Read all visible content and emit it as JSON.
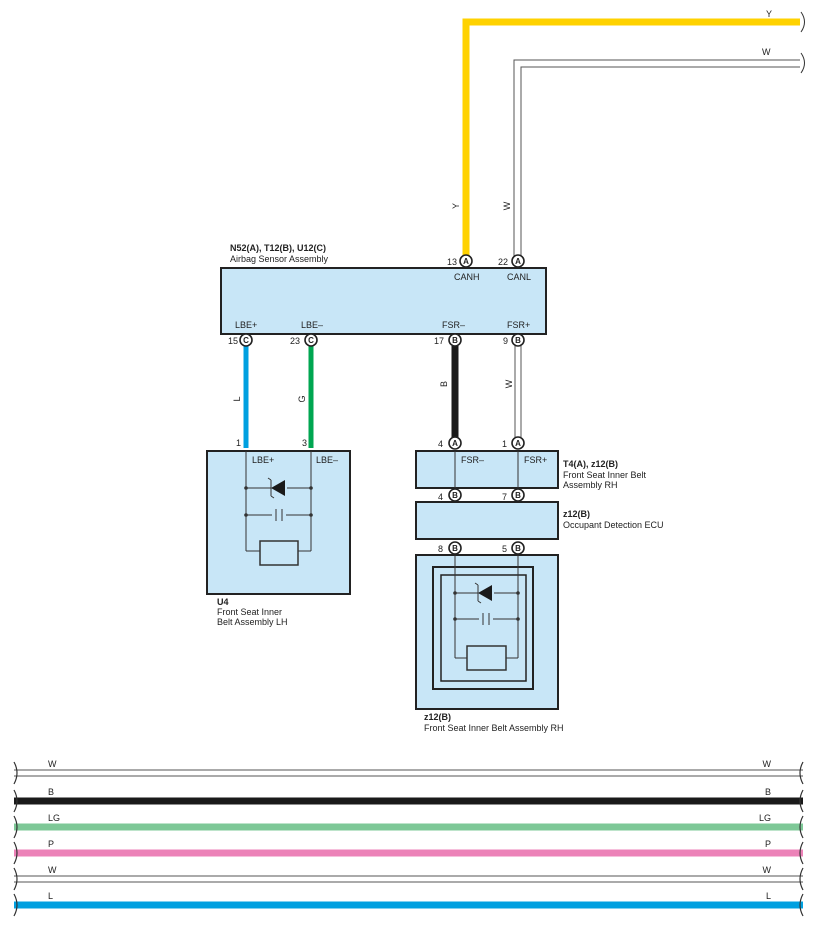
{
  "colors": {
    "Y": "#ffd200",
    "W": "#ffffff",
    "B": "#1a1a1a",
    "LG": "#7ec897",
    "P": "#ec82b8",
    "L": "#00a0e0",
    "G": "#00a651",
    "component_fill": "#c8e6f7"
  },
  "top_wires": [
    {
      "code": "Y",
      "end_label": "Y",
      "side_label": "Y"
    },
    {
      "code": "W",
      "end_label": "W",
      "side_label": "W"
    }
  ],
  "airbag_sensor": {
    "connectors": "N52(A), T12(B), U12(C)",
    "name": "Airbag Sensor Assembly",
    "pins_top": [
      {
        "number": "13",
        "connector": "A",
        "signal": "CANH"
      },
      {
        "number": "22",
        "connector": "A",
        "signal": "CANL"
      }
    ],
    "pins_bottom": [
      {
        "number": "15",
        "connector": "C",
        "signal": "LBE+"
      },
      {
        "number": "23",
        "connector": "C",
        "signal": "LBE–"
      },
      {
        "number": "17",
        "connector": "B",
        "signal": "FSR–"
      },
      {
        "number": "9",
        "connector": "B",
        "signal": "FSR+"
      }
    ]
  },
  "mid_wires": [
    {
      "code": "L",
      "label": "L"
    },
    {
      "code": "G",
      "label": "G"
    },
    {
      "code": "B",
      "label": "B"
    },
    {
      "code": "W",
      "label": "W"
    }
  ],
  "belt_lh": {
    "code": "U4",
    "name_line1": "Front Seat Inner",
    "name_line2": "Belt Assembly LH",
    "pin1": "1",
    "pin2": "3",
    "sig1": "LBE+",
    "sig2": "LBE–"
  },
  "belt_rh_connector": {
    "connectors": "T4(A), z12(B)",
    "name_line1": "Front Seat Inner Belt",
    "name_line2": "Assembly RH",
    "pins_top": [
      {
        "number": "4",
        "connector": "A"
      },
      {
        "number": "1",
        "connector": "A"
      }
    ],
    "sig1": "FSR–",
    "sig2": "FSR+",
    "pins_bottom": [
      {
        "number": "4",
        "connector": "B"
      },
      {
        "number": "7",
        "connector": "B"
      }
    ]
  },
  "occupant_ecu": {
    "code": "z12(B)",
    "name": "Occupant Detection ECU",
    "pins_bottom": [
      {
        "number": "8",
        "connector": "B"
      },
      {
        "number": "5",
        "connector": "B"
      }
    ]
  },
  "belt_rh": {
    "code": "z12(B)",
    "name": "Front Seat Inner Belt Assembly RH"
  },
  "bus_wires": [
    {
      "code": "W",
      "left": "W",
      "right": "W"
    },
    {
      "code": "B",
      "left": "B",
      "right": "B"
    },
    {
      "code": "LG",
      "left": "LG",
      "right": "LG"
    },
    {
      "code": "P",
      "left": "P",
      "right": "P"
    },
    {
      "code": "W",
      "left": "W",
      "right": "W"
    },
    {
      "code": "L",
      "left": "L",
      "right": "L"
    }
  ]
}
